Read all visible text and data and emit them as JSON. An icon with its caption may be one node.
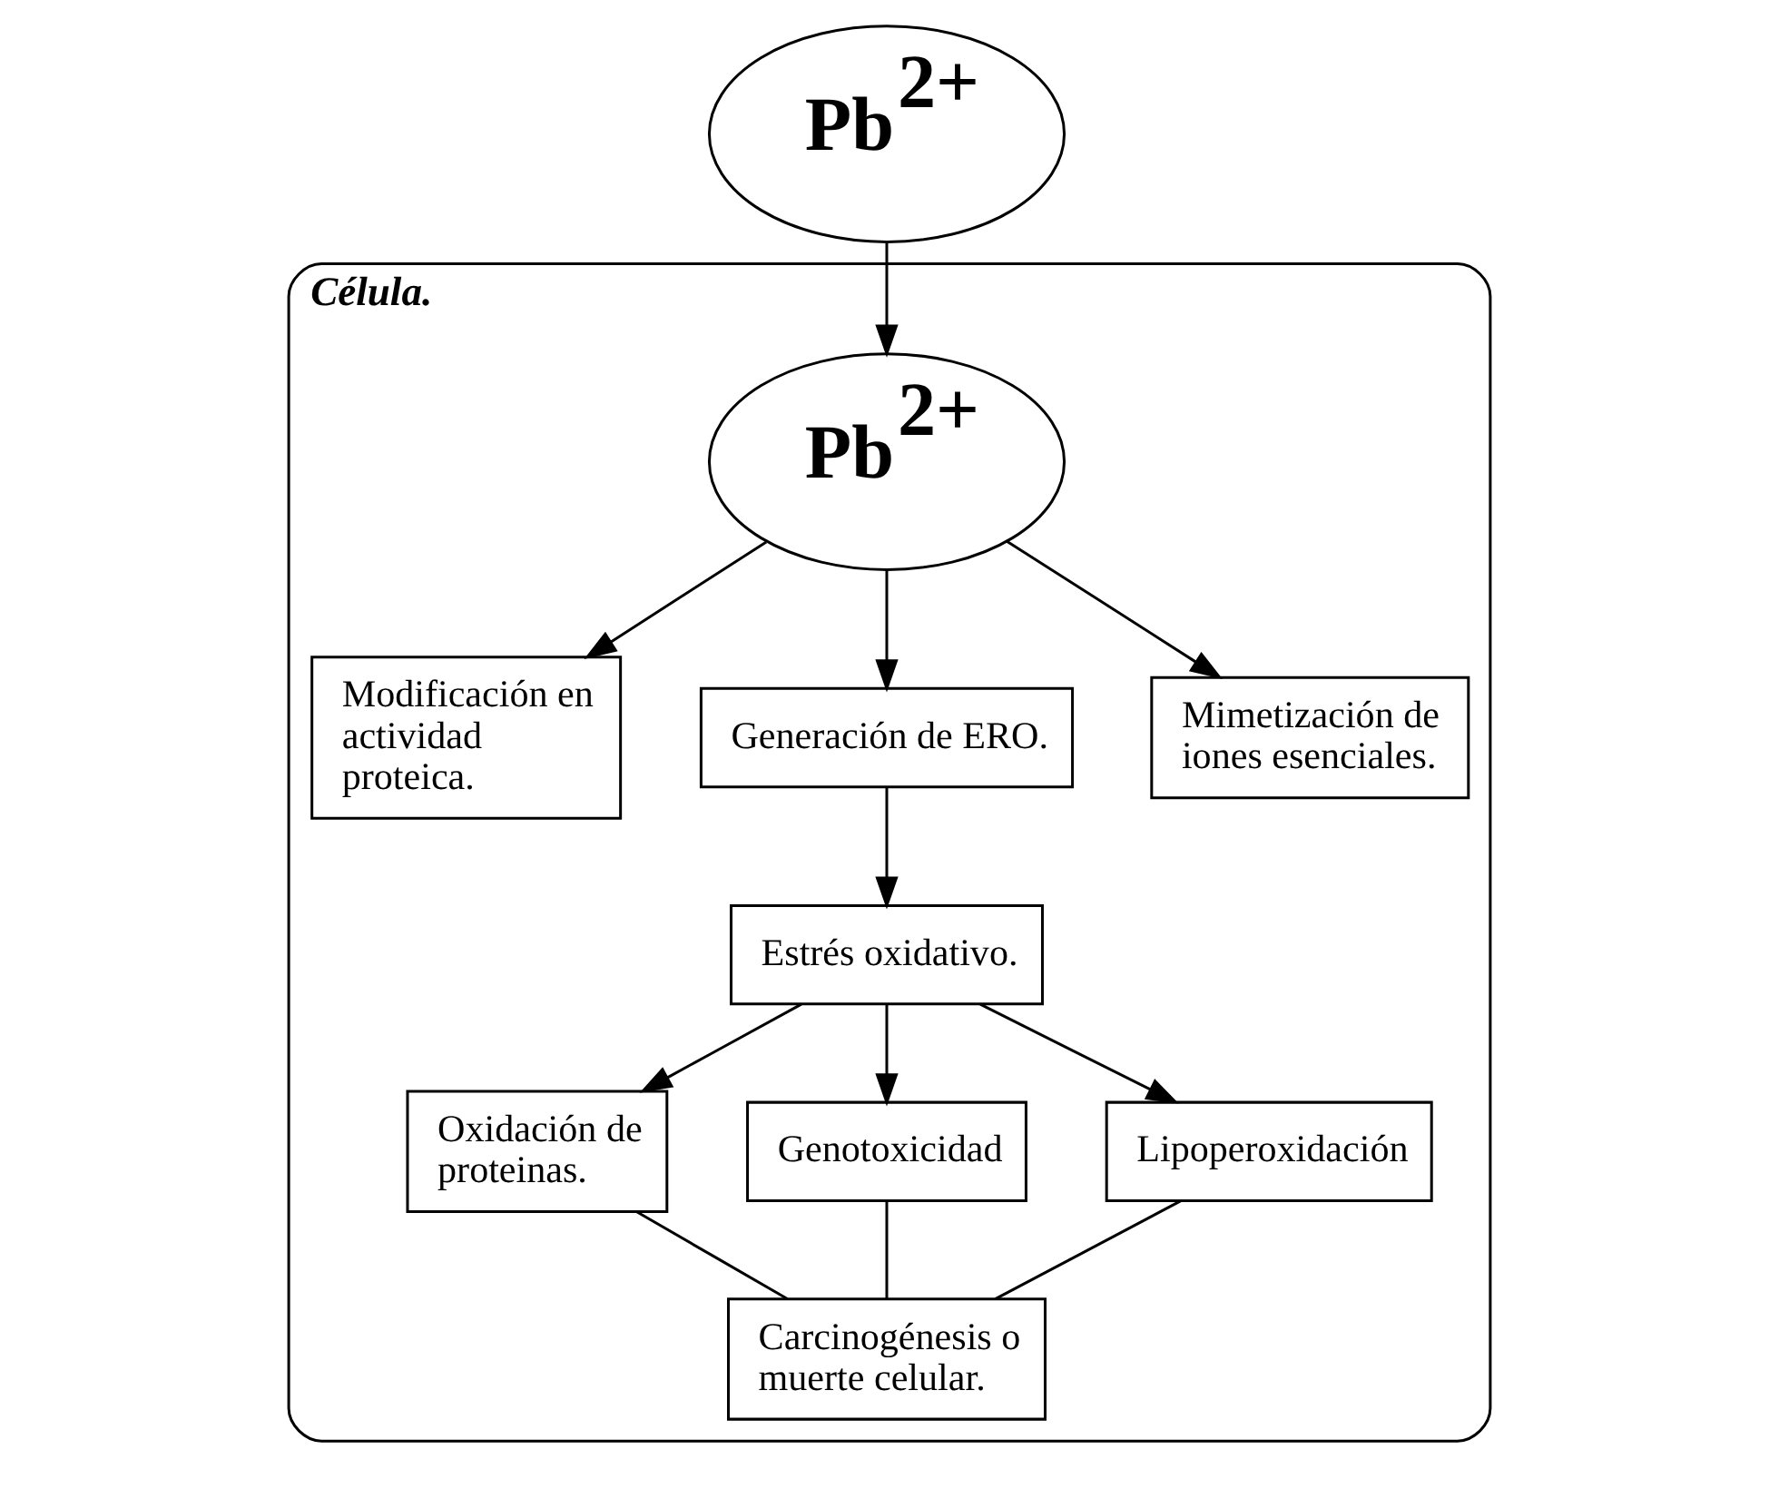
{
  "diagram": {
    "nodes": [
      {
        "text": [
          "Pb$^{2+}$"
        ]
      },
      {
        "text": [
          "Célula."
        ]
      },
      {
        "text": [
          "Pb$^{2+}$"
        ],
        "in": 1
      },
      {
        "text": [
          "Modificación en actividad proteica."
        ],
        "in": 1
      },
      {
        "text": [
          "Generación de ERO."
        ],
        "in": 1
      },
      {
        "text": [
          "Mimetización de iones esenciales."
        ],
        "in": 1
      },
      {
        "text": [
          "Estrés oxidativo."
        ],
        "in": 1
      },
      {
        "text": [
          "Oxidación de proteinas."
        ],
        "in": 1
      },
      {
        "text": [
          "Genotoxicidad"
        ],
        "in": 1
      },
      {
        "text": [
          "Lipoperoxidación"
        ],
        "in": 1
      },
      {
        "text": [
          "Carcinogénesis o muerte celular."
        ],
        "in": 1
      }
    ],
    "edges": [
      {
        "from": 0,
        "to": 2,
        "arrow": "to"
      },
      {
        "from": 2,
        "to": 3,
        "arrow": "to"
      },
      {
        "from": 2,
        "to": 4,
        "arrow": "to"
      },
      {
        "from": 2,
        "to": 5,
        "arrow": "to"
      },
      {
        "from": 4,
        "to": 6,
        "arrow": "to"
      },
      {
        "from": 6,
        "to": 7,
        "arrow": "to"
      },
      {
        "from": 6,
        "to": 8,
        "arrow": "to"
      },
      {
        "from": 6,
        "to": 9,
        "arrow": "to"
      },
      {
        "from": 7,
        "to": 10,
        "arrow": "none"
      },
      {
        "from": 8,
        "to": 10,
        "arrow": "none"
      },
      {
        "from": 9,
        "to": 10,
        "arrow": "none"
      }
    ]
  }
}
